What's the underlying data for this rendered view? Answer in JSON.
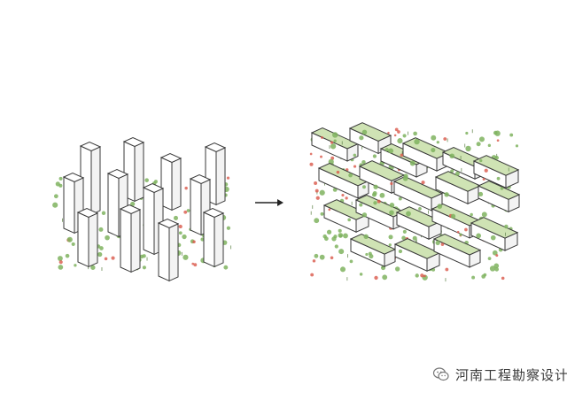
{
  "diagram": {
    "left_panel": "isolated-towers",
    "right_panel": "interlocking-green-roof-blocks",
    "colors": {
      "outline": "#3a3a3a",
      "building_face": "#ffffff",
      "roof_green": "#cfe3b4",
      "foliage": "#7fb35f",
      "flower_red": "#d9584a",
      "arrow": "#222222"
    }
  },
  "watermark": {
    "text": "河南工程勘察设计",
    "icon": "wechat-icon"
  }
}
